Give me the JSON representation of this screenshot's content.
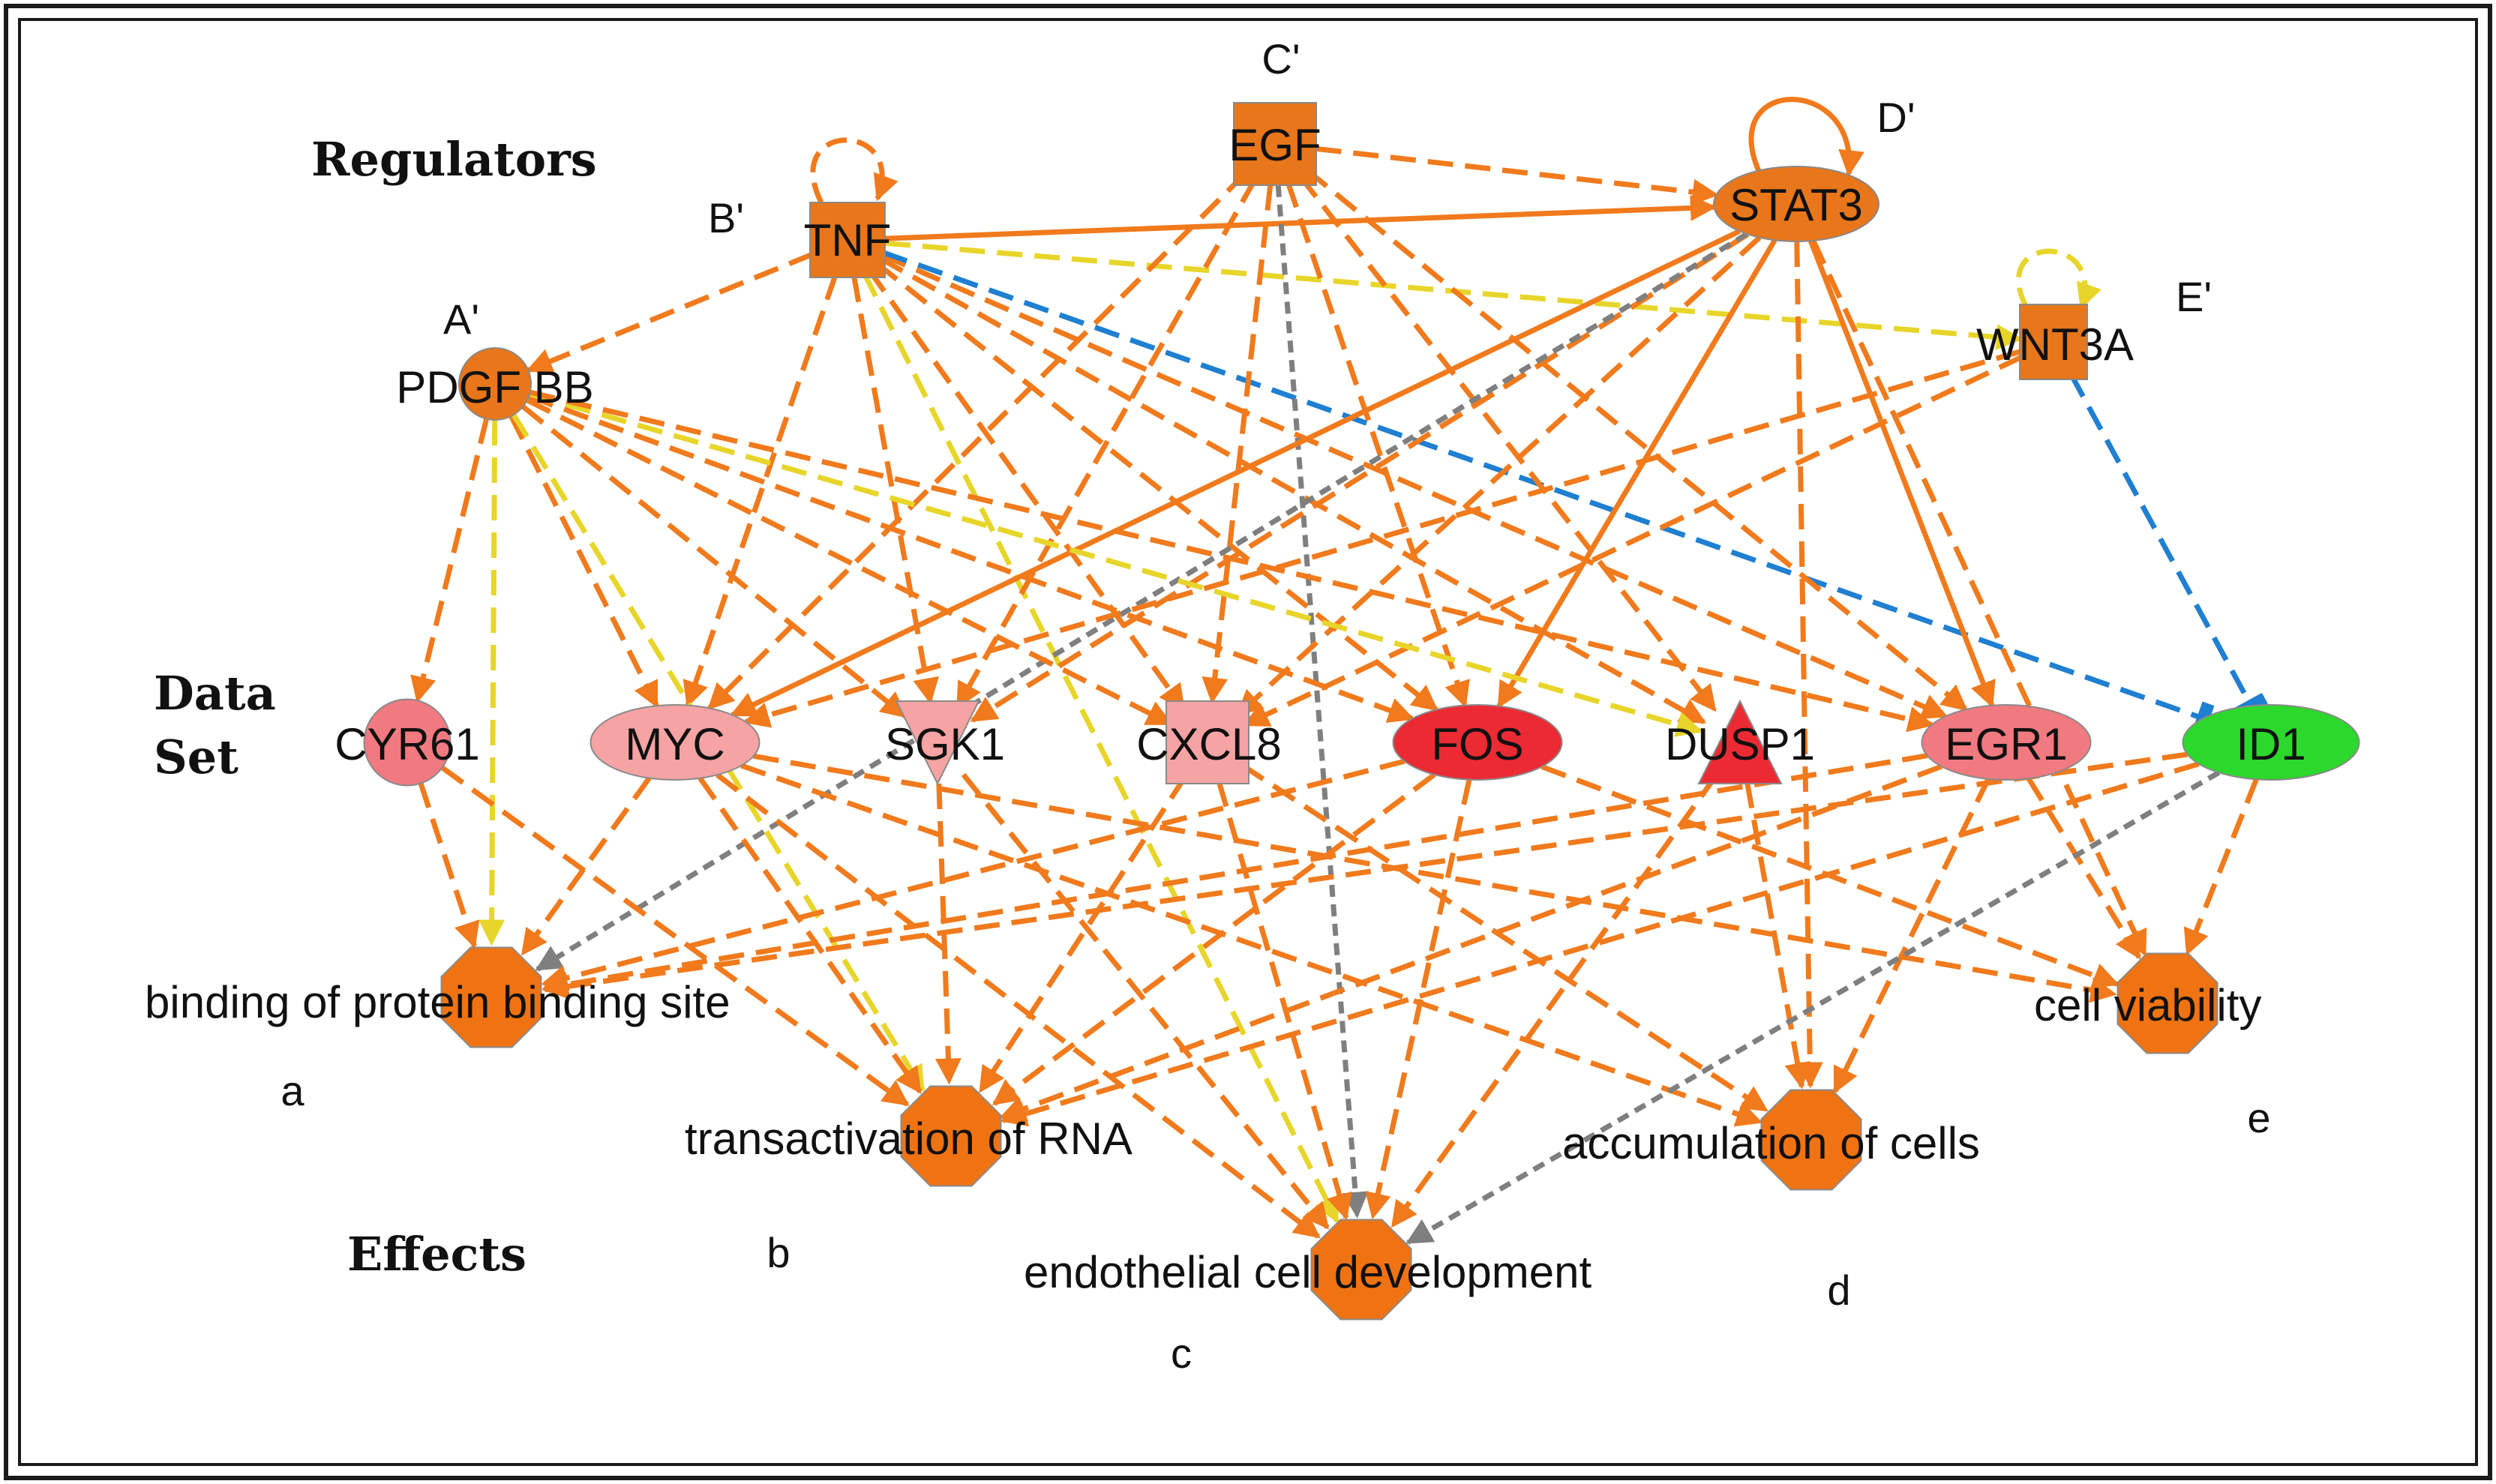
{
  "sections": {
    "regulators": "Regulators",
    "data_set_line1": "Data",
    "data_set_line2": "Set",
    "effects": "Effects"
  },
  "colors": {
    "activation_edge": "#f07a1c",
    "inconsistent_edge": "#e8d52a",
    "inhibition_edge": "#1f7fd1",
    "unexplained_edge": "#7f7f7f",
    "regulator_fill": "#e8761a",
    "effect_fill": "#f07313",
    "upregulated_light": "#f49a9a",
    "upregulated_strong": "#ec2a34",
    "downregulated": "#2bd82b"
  },
  "regulators": [
    {
      "id": "pdgf",
      "label": "PDGF BB",
      "tag": "A'",
      "shape": "circle"
    },
    {
      "id": "tnf",
      "label": "TNF",
      "tag": "B'",
      "shape": "square"
    },
    {
      "id": "egf",
      "label": "EGF",
      "tag": "C'",
      "shape": "square"
    },
    {
      "id": "stat3",
      "label": "STAT3",
      "tag": "D'",
      "shape": "ellipse"
    },
    {
      "id": "wnt3a",
      "label": "WNT3A",
      "tag": "E'",
      "shape": "square"
    }
  ],
  "data_set": [
    {
      "id": "cyr61",
      "label": "CYR61",
      "shape": "circle",
      "color": "#f07a80"
    },
    {
      "id": "myc",
      "label": "MYC",
      "shape": "ellipse",
      "color": "#f6a3a3"
    },
    {
      "id": "sgk1",
      "label": "SGK1",
      "shape": "triangle-down",
      "color": "#f6a3a3"
    },
    {
      "id": "cxcl8",
      "label": "CXCL8",
      "shape": "square",
      "color": "#f6a3a3"
    },
    {
      "id": "fos",
      "label": "FOS",
      "shape": "ellipse",
      "color": "#ec2a34"
    },
    {
      "id": "dusp1",
      "label": "DUSP1",
      "shape": "triangle-up",
      "color": "#ec2a34"
    },
    {
      "id": "egr1",
      "label": "EGR1",
      "shape": "ellipse",
      "color": "#f07a80"
    },
    {
      "id": "id1",
      "label": "ID1",
      "shape": "ellipse",
      "color": "#2bd82b"
    }
  ],
  "effects": [
    {
      "id": "binding",
      "label": "binding of protein binding site",
      "tag": "a"
    },
    {
      "id": "transact",
      "label": "transactivation of RNA",
      "tag": "b"
    },
    {
      "id": "endo",
      "label": "endothelial cell development",
      "tag": "c"
    },
    {
      "id": "accum",
      "label": "accumulation of cells",
      "tag": "d"
    },
    {
      "id": "viability",
      "label": "cell viability",
      "tag": "e"
    }
  ],
  "edges": [
    {
      "from": "tnf",
      "to": "stat3",
      "type": "activation",
      "style": "solid"
    },
    {
      "from": "egf",
      "to": "stat3",
      "type": "activation",
      "style": "dashed"
    },
    {
      "from": "tnf",
      "to": "pdgf",
      "type": "activation",
      "style": "dashed"
    },
    {
      "from": "tnf",
      "to": "myc",
      "type": "activation",
      "style": "dashed"
    },
    {
      "from": "tnf",
      "to": "sgk1",
      "type": "activation",
      "style": "dashed"
    },
    {
      "from": "tnf",
      "to": "cxcl8",
      "type": "activation",
      "style": "dashed"
    },
    {
      "from": "tnf",
      "to": "fos",
      "type": "activation",
      "style": "dashed"
    },
    {
      "from": "tnf",
      "to": "dusp1",
      "type": "activation",
      "style": "dashed"
    },
    {
      "from": "tnf",
      "to": "egr1",
      "type": "activation",
      "style": "dashed"
    },
    {
      "from": "tnf",
      "to": "id1",
      "type": "inhibition",
      "style": "dashed"
    },
    {
      "from": "tnf",
      "to": "wnt3a",
      "type": "inconsistent",
      "style": "dashed"
    },
    {
      "from": "tnf",
      "to": "endo",
      "type": "inconsistent",
      "style": "dashed"
    },
    {
      "from": "egf",
      "to": "myc",
      "type": "activation",
      "style": "dashed"
    },
    {
      "from": "egf",
      "to": "sgk1",
      "type": "activation",
      "style": "dashed"
    },
    {
      "from": "egf",
      "to": "cxcl8",
      "type": "activation",
      "style": "dashed"
    },
    {
      "from": "egf",
      "to": "fos",
      "type": "activation",
      "style": "dashed"
    },
    {
      "from": "egf",
      "to": "dusp1",
      "type": "activation",
      "style": "dashed"
    },
    {
      "from": "egf",
      "to": "egr1",
      "type": "activation",
      "style": "dashed"
    },
    {
      "from": "egf",
      "to": "endo",
      "type": "unexplained",
      "style": "dashed"
    },
    {
      "from": "stat3",
      "to": "myc",
      "type": "activation",
      "style": "solid"
    },
    {
      "from": "stat3",
      "to": "sgk1",
      "type": "activation",
      "style": "dashed"
    },
    {
      "from": "stat3",
      "to": "cxcl8",
      "type": "activation",
      "style": "dashed"
    },
    {
      "from": "stat3",
      "to": "fos",
      "type": "activation",
      "style": "solid"
    },
    {
      "from": "stat3",
      "to": "egr1",
      "type": "activation",
      "style": "solid"
    },
    {
      "from": "stat3",
      "to": "accum",
      "type": "activation",
      "style": "dashed"
    },
    {
      "from": "stat3",
      "to": "viability",
      "type": "activation",
      "style": "dashed"
    },
    {
      "from": "stat3",
      "to": "binding",
      "type": "unexplained",
      "style": "dashed"
    },
    {
      "from": "wnt3a",
      "to": "myc",
      "type": "activation",
      "style": "dashed"
    },
    {
      "from": "wnt3a",
      "to": "cxcl8",
      "type": "activation",
      "style": "dashed"
    },
    {
      "from": "wnt3a",
      "to": "id1",
      "type": "inhibition",
      "style": "dashed"
    },
    {
      "from": "pdgf",
      "to": "cyr61",
      "type": "activation",
      "style": "dashed"
    },
    {
      "from": "pdgf",
      "to": "myc",
      "type": "activation",
      "style": "dashed"
    },
    {
      "from": "pdgf",
      "to": "sgk1",
      "type": "activation",
      "style": "dashed"
    },
    {
      "from": "pdgf",
      "to": "cxcl8",
      "type": "activation",
      "style": "dashed"
    },
    {
      "from": "pdgf",
      "to": "fos",
      "type": "activation",
      "style": "dashed"
    },
    {
      "from": "pdgf",
      "to": "dusp1",
      "type": "inconsistent",
      "style": "dashed"
    },
    {
      "from": "pdgf",
      "to": "egr1",
      "type": "activation",
      "style": "dashed"
    },
    {
      "from": "pdgf",
      "to": "binding",
      "type": "inconsistent",
      "style": "dashed"
    },
    {
      "from": "pdgf",
      "to": "transact",
      "type": "inconsistent",
      "style": "dashed"
    },
    {
      "from": "cyr61",
      "to": "binding",
      "type": "activation",
      "style": "dashed"
    },
    {
      "from": "cyr61",
      "to": "transact",
      "type": "activation",
      "style": "dashed"
    },
    {
      "from": "myc",
      "to": "binding",
      "type": "activation",
      "style": "dashed"
    },
    {
      "from": "myc",
      "to": "transact",
      "type": "activation",
      "style": "dashed"
    },
    {
      "from": "myc",
      "to": "endo",
      "type": "activation",
      "style": "dashed"
    },
    {
      "from": "myc",
      "to": "accum",
      "type": "activation",
      "style": "dashed"
    },
    {
      "from": "myc",
      "to": "viability",
      "type": "activation",
      "style": "dashed"
    },
    {
      "from": "sgk1",
      "to": "transact",
      "type": "activation",
      "style": "dashed"
    },
    {
      "from": "sgk1",
      "to": "endo",
      "type": "activation",
      "style": "dashed"
    },
    {
      "from": "cxcl8",
      "to": "transact",
      "type": "activation",
      "style": "dashed"
    },
    {
      "from": "cxcl8",
      "to": "endo",
      "type": "activation",
      "style": "dashed"
    },
    {
      "from": "cxcl8",
      "to": "accum",
      "type": "activation",
      "style": "dashed"
    },
    {
      "from": "fos",
      "to": "binding",
      "type": "activation",
      "style": "dashed"
    },
    {
      "from": "fos",
      "to": "transact",
      "type": "activation",
      "style": "dashed"
    },
    {
      "from": "fos",
      "to": "endo",
      "type": "activation",
      "style": "dashed"
    },
    {
      "from": "fos",
      "to": "viability",
      "type": "activation",
      "style": "dashed"
    },
    {
      "from": "dusp1",
      "to": "endo",
      "type": "activation",
      "style": "dashed"
    },
    {
      "from": "dusp1",
      "to": "accum",
      "type": "activation",
      "style": "dashed"
    },
    {
      "from": "egr1",
      "to": "binding",
      "type": "activation",
      "style": "dashed"
    },
    {
      "from": "egr1",
      "to": "transact",
      "type": "activation",
      "style": "dashed"
    },
    {
      "from": "egr1",
      "to": "accum",
      "type": "activation",
      "style": "dashed"
    },
    {
      "from": "egr1",
      "to": "viability",
      "type": "activation",
      "style": "dashed"
    },
    {
      "from": "id1",
      "to": "binding",
      "type": "activation",
      "style": "dashed"
    },
    {
      "from": "id1",
      "to": "transact",
      "type": "activation",
      "style": "dashed"
    },
    {
      "from": "id1",
      "to": "endo",
      "type": "unexplained",
      "style": "dashed"
    },
    {
      "from": "id1",
      "to": "viability",
      "type": "activation",
      "style": "dashed"
    }
  ]
}
